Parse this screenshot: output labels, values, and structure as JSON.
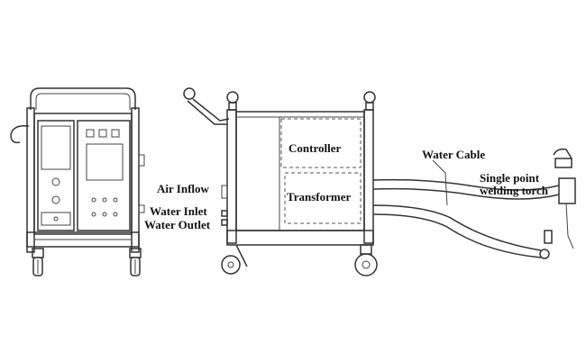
{
  "labels": {
    "air_inflow": "Air Inflow",
    "water_inlet": "Water Inlet",
    "water_outlet": "Water Outlet",
    "controller": "Controller",
    "transformer": "Transformer",
    "water_cable": "Water Cable",
    "torch_line1": "Single point",
    "torch_line2": "welding torch"
  }
}
